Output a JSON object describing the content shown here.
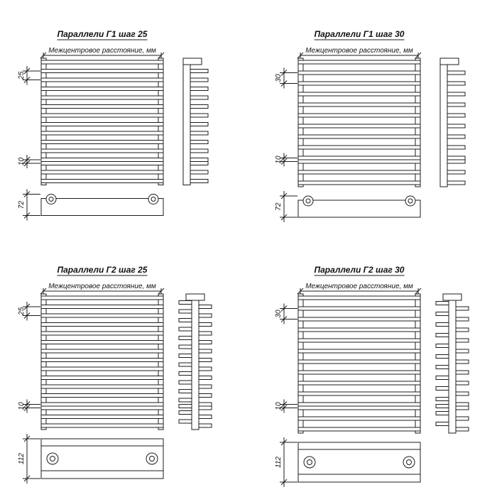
{
  "sheet": {
    "background": "#ffffff",
    "line_color": "#1c1c1c"
  },
  "drawings": [
    {
      "title": "Параллели Г1 шаг 25",
      "subtitle": "Межцентровое расстояние, мм",
      "step_label": "25",
      "gap_label": "10",
      "collector_label": "72",
      "model": "Г1",
      "profile": "single",
      "step_mm": 25,
      "gap_mm": 10,
      "collector_height_mm": 72,
      "tube_count": 15
    },
    {
      "title": "Параллели Г1 шаг 30",
      "subtitle": "Межцентровое расстояние, мм",
      "step_label": "30",
      "gap_label": "10",
      "collector_label": "72",
      "model": "Г1",
      "profile": "single",
      "step_mm": 30,
      "gap_mm": 10,
      "collector_height_mm": 72,
      "tube_count": 13
    },
    {
      "title": "Параллели Г2 шаг 25",
      "subtitle": "Межцентровое расстояние, мм",
      "step_label": "25",
      "gap_label": "10",
      "collector_label": "112",
      "model": "Г2",
      "profile": "double",
      "step_mm": 25,
      "gap_mm": 10,
      "collector_height_mm": 112,
      "tube_count": 16
    },
    {
      "title": "Параллели Г2 шаг 30",
      "subtitle": "Межцентровое расстояние, мм",
      "step_label": "30",
      "gap_label": "10",
      "collector_label": "112",
      "model": "Г2",
      "profile": "double",
      "step_mm": 30,
      "gap_mm": 10,
      "collector_height_mm": 112,
      "tube_count": 14
    }
  ]
}
